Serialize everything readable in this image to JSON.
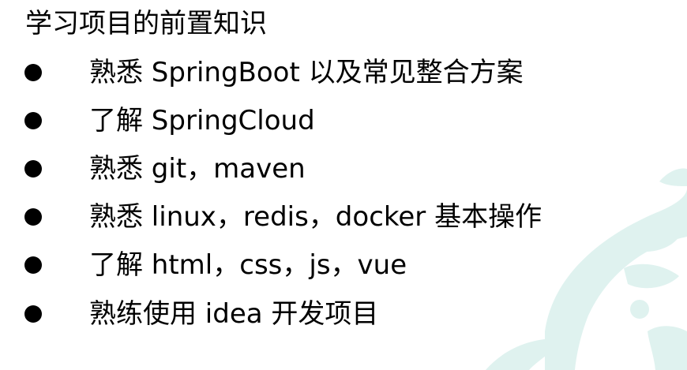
{
  "title": "学习项目的前置知识",
  "bullets": [
    "熟悉 SpringBoot 以及常见整合方案",
    "了解 SpringCloud",
    "熟悉 git，maven",
    "熟悉 linux，redis，docker 基本操作",
    "了解 html，css，js，vue",
    "熟练使用 idea 开发项目"
  ],
  "colors": {
    "text": "#000000",
    "background": "#ffffff",
    "decoration": "#dff2ef"
  },
  "decoration_icon": "swirl-watermark-icon"
}
